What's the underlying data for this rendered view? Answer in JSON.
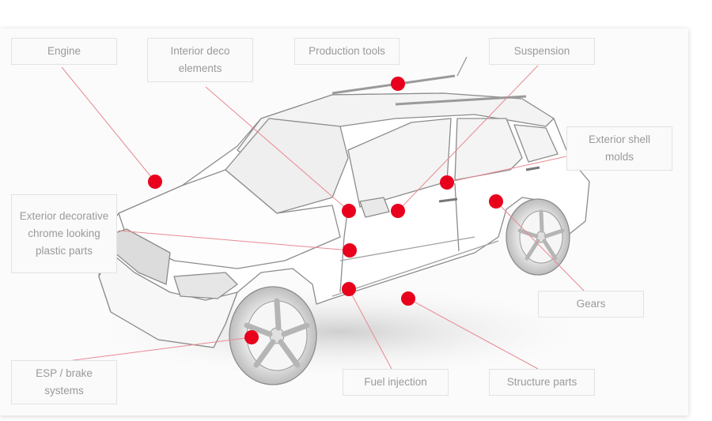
{
  "colors": {
    "marker": "#e8001c",
    "leader_line": "#e88a92",
    "label_text": "#9a9a9a",
    "label_border": "#e2e2e2",
    "car_outline": "#8c8c8c"
  },
  "labels": {
    "engine": "Engine",
    "interior_deco": "Interior deco elements",
    "production_tools": "Production tools",
    "suspension": "Suspension",
    "exterior_shell_molds": "Exterior shell molds",
    "exterior_chrome": "Exterior decorative chrome looking plastic parts",
    "gears": "Gears",
    "esp_brake": "ESP / brake systems",
    "fuel_injection": "Fuel injection",
    "structure_parts": "Structure parts"
  }
}
